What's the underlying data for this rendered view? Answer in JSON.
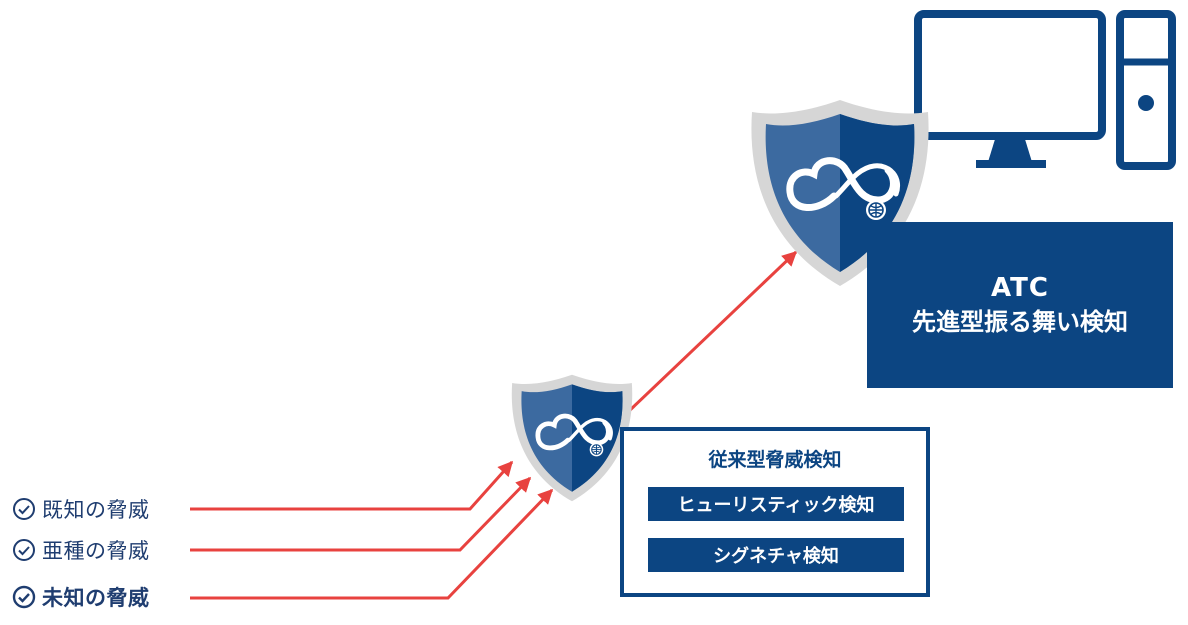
{
  "atc": {
    "line1": "ATC",
    "line2": "先進型振る舞い検知"
  },
  "traditional": {
    "title": "従来型脅威検知",
    "methods": [
      "ヒューリスティック検知",
      "シグネチャ検知"
    ]
  },
  "threats": [
    {
      "label": "既知の脅威",
      "emphasis": false
    },
    {
      "label": "亜種の脅威",
      "emphasis": false
    },
    {
      "label": "未知の脅威",
      "emphasis": true
    }
  ],
  "colors": {
    "navy": "#0c4582",
    "shield_light": "#3c6aa0",
    "shield_rim": "#d6d6d6",
    "arrow": "#e8423f",
    "text": "#1f3d70"
  },
  "icons": [
    "checkmark-circle-icon",
    "shield-icon",
    "cloud-infinity-logo-icon",
    "globe-icon",
    "monitor-icon",
    "pc-tower-icon"
  ]
}
